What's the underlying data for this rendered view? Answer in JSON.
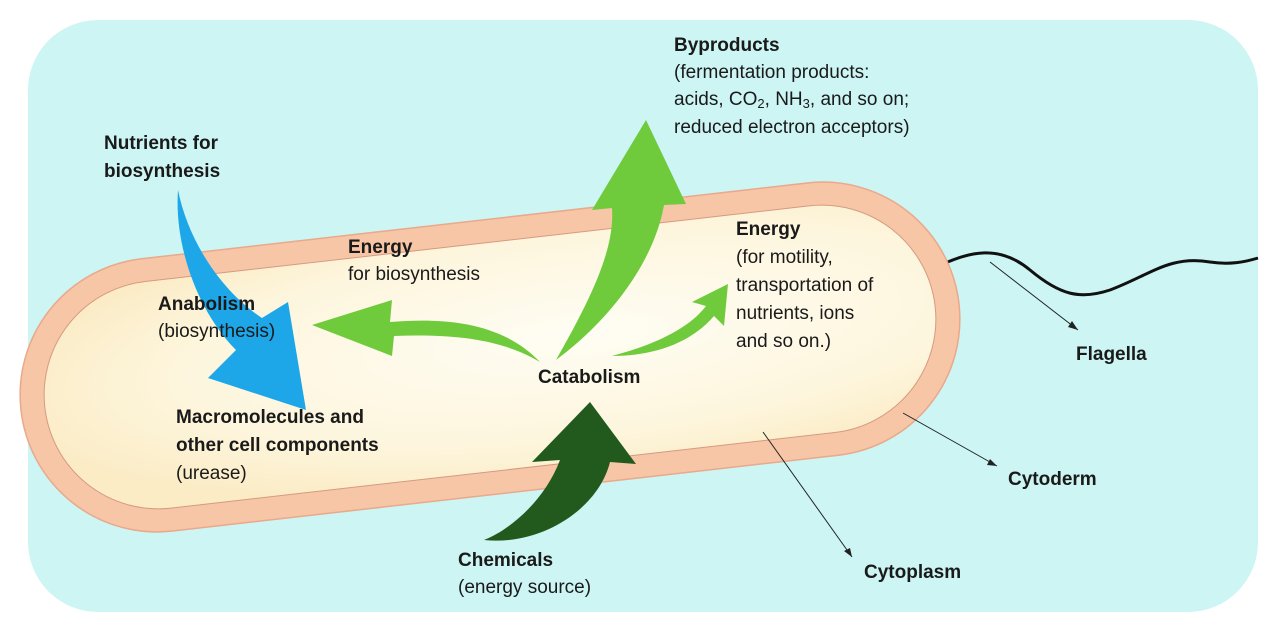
{
  "labels": {
    "byproducts_title": "Byproducts",
    "byproducts_l1": "(fermentation products:",
    "byproducts_l2a": "acids, CO",
    "byproducts_l2b": "2",
    "byproducts_l2c": ", NH",
    "byproducts_l2d": "3",
    "byproducts_l2e": ", and so on;",
    "byproducts_l3": "reduced electron acceptors)",
    "nutrients_l1": "Nutrients for",
    "nutrients_l2": "biosynthesis",
    "energy_bio_title": "Energy",
    "energy_bio_sub": "for biosynthesis",
    "energy_mot_title": "Energy",
    "energy_mot_l1": "(for motility,",
    "energy_mot_l2": "transportation of",
    "energy_mot_l3": "nutrients, ions",
    "energy_mot_l4": "and so on.)",
    "anabolism_title": "Anabolism",
    "anabolism_sub": "(biosynthesis)",
    "catabolism": "Catabolism",
    "macro_l1": "Macromolecules and",
    "macro_l2": "other cell components",
    "macro_l3": "(urease)",
    "chemicals_title": "Chemicals",
    "chemicals_sub": "(energy source)",
    "flagella": "Flagella",
    "cytoderm": "Cytoderm",
    "cytoplasm": "Cytoplasm"
  },
  "colors": {
    "background": "#ccf5f4",
    "cell_wall": "#f6c6a6",
    "cytoplasm": "#fdf6df",
    "anabolic_arrow": "#1ea7e8",
    "catabolic_arrow": "#6fcb3c",
    "energy_source_arrow": "#225a1e"
  }
}
